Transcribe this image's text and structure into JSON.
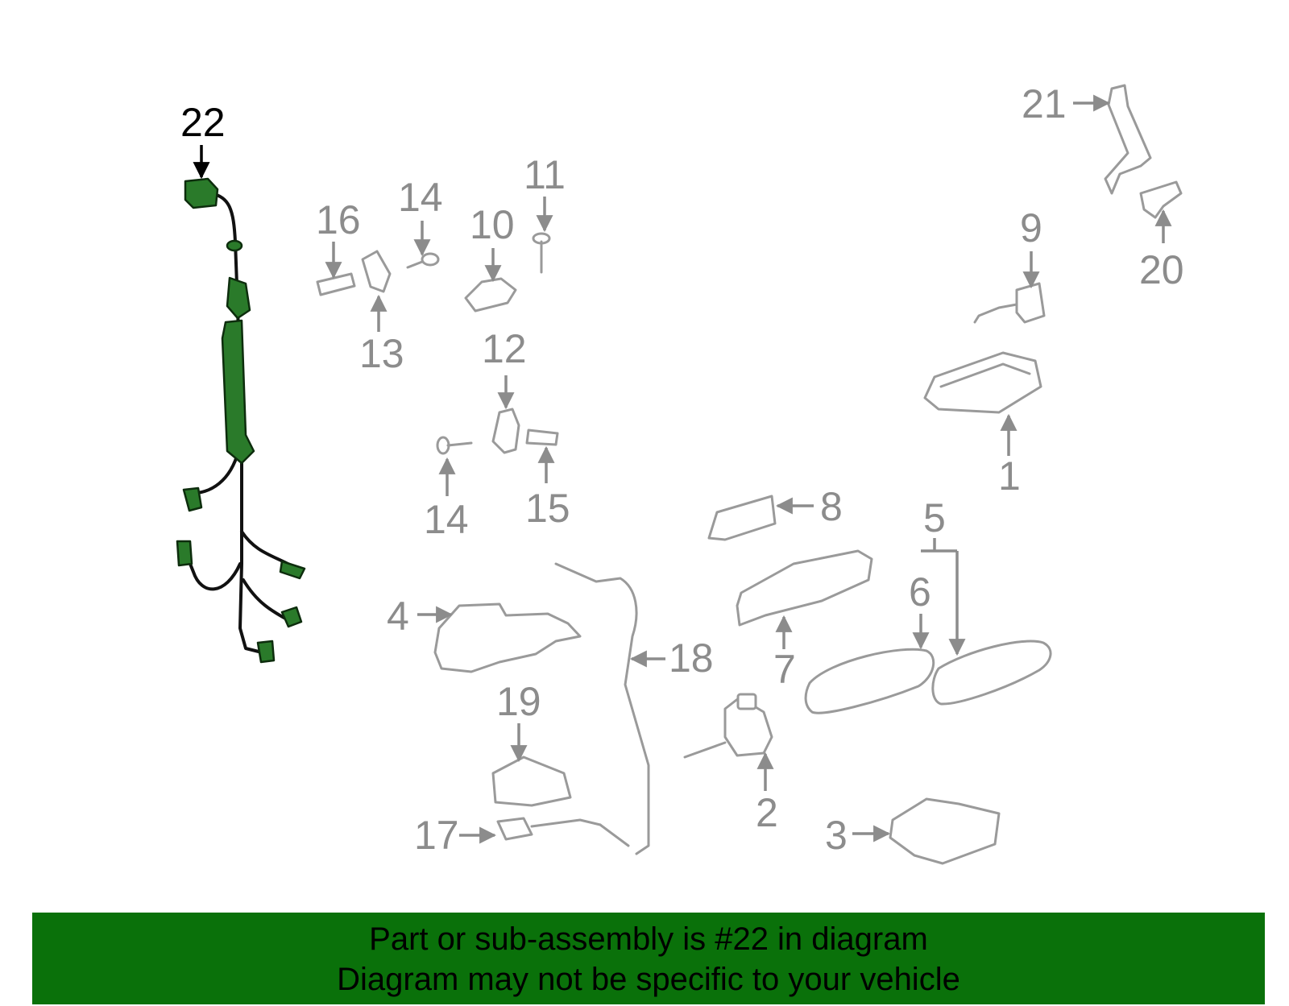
{
  "callouts": {
    "c1": "1",
    "c2": "2",
    "c3": "3",
    "c4": "4",
    "c5": "5",
    "c6": "6",
    "c7": "7",
    "c8": "8",
    "c9": "9",
    "c10": "10",
    "c11": "11",
    "c12": "12",
    "c13": "13",
    "c14a": "14",
    "c14b": "14",
    "c15": "15",
    "c16": "16",
    "c17": "17",
    "c18": "18",
    "c19": "19",
    "c20": "20",
    "c21": "21",
    "c22": "22"
  },
  "highlight": {
    "part_number": "22",
    "color": "#0a710a"
  },
  "banner": {
    "line1": "Part or sub-assembly is #22 in diagram",
    "line2": "Diagram may not be specific to your vehicle"
  }
}
